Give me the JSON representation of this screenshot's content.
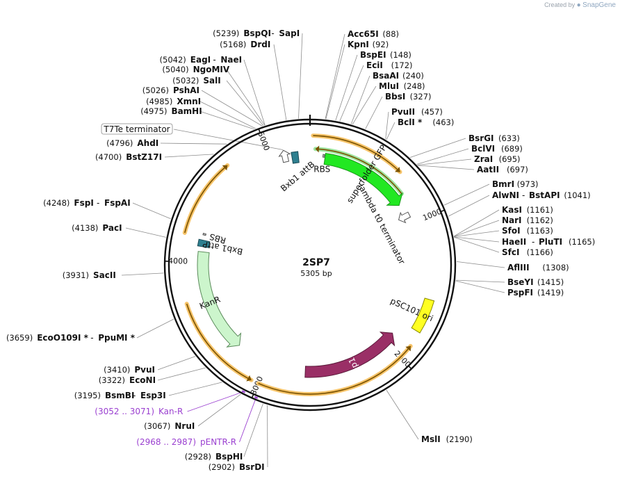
{
  "watermark": {
    "prefix": "Created by",
    "brand": "SnapGene"
  },
  "plasmid": {
    "name": "2SP7",
    "length_label": "5305 bp",
    "total_bp": 5305
  },
  "ticks": [
    {
      "bp": 0,
      "label": ""
    },
    {
      "bp": 1000,
      "label": "1000"
    },
    {
      "bp": 2000,
      "label": "2000"
    },
    {
      "bp": 3000,
      "label": "3000"
    },
    {
      "bp": 4000,
      "label": "4000"
    },
    {
      "bp": 5000,
      "label": "5000"
    }
  ],
  "enzymes_right": [
    {
      "num": "(88)",
      "name": "Acc65I",
      "name2": "",
      "bp": 88
    },
    {
      "num": "(92)",
      "name": "KpnI",
      "name2": "",
      "bp": 92
    },
    {
      "num": "(148)",
      "name": "BspEI",
      "name2": "",
      "bp": 148
    },
    {
      "num": "(172)",
      "name": "EciI",
      "name2": "",
      "bp": 172
    },
    {
      "num": "(240)",
      "name": "BsaAI",
      "name2": "",
      "bp": 240
    },
    {
      "num": "(248)",
      "name": "MluI",
      "name2": "",
      "bp": 248
    },
    {
      "num": "(327)",
      "name": "BbsI",
      "name2": "",
      "bp": 327
    },
    {
      "num": "(457)",
      "name": "PvuII",
      "name2": "",
      "bp": 457
    },
    {
      "num": "(463)",
      "name": "BclI *",
      "name2": "",
      "bp": 463
    },
    {
      "num": "(633)",
      "name": "BsrGI",
      "name2": "",
      "bp": 633
    },
    {
      "num": "(689)",
      "name": "BclVI",
      "name2": "",
      "bp": 689
    },
    {
      "num": "(695)",
      "name": "ZraI",
      "name2": "",
      "bp": 695
    },
    {
      "num": "(697)",
      "name": "AatII",
      "name2": "",
      "bp": 697
    },
    {
      "num": "(973)",
      "name": "BmrI",
      "name2": "",
      "bp": 973
    },
    {
      "num": "(1041)",
      "name": "AlwNI",
      "name2": "BstAPI",
      "bp": 1041
    },
    {
      "num": "(1161)",
      "name": "KasI",
      "name2": "",
      "bp": 1161
    },
    {
      "num": "(1162)",
      "name": "NarI",
      "name2": "",
      "bp": 1162
    },
    {
      "num": "(1163)",
      "name": "SfoI",
      "name2": "",
      "bp": 1163
    },
    {
      "num": "(1165)",
      "name": "HaeII",
      "name2": "PluTI",
      "bp": 1165
    },
    {
      "num": "(1166)",
      "name": "SfcI",
      "name2": "",
      "bp": 1166
    },
    {
      "num": "(1308)",
      "name": "AflIII",
      "name2": "",
      "bp": 1308
    },
    {
      "num": "(1415)",
      "name": "BseYI",
      "name2": "",
      "bp": 1415
    },
    {
      "num": "(1419)",
      "name": "PspFI",
      "name2": "",
      "bp": 1419
    },
    {
      "num": "(2190)",
      "name": "MslI",
      "name2": "",
      "bp": 2190
    }
  ],
  "enzymes_left": [
    {
      "num": "(5239)",
      "name": "BspQI",
      "name2": "SapI",
      "bp": 5239
    },
    {
      "num": "(5168)",
      "name": "DrdI",
      "name2": "",
      "bp": 5168
    },
    {
      "num": "(5042)",
      "name": "EagI",
      "name2": "NaeI",
      "bp": 5042
    },
    {
      "num": "(5040)",
      "name": "NgoMIV",
      "name2": "",
      "bp": 5040
    },
    {
      "num": "(5032)",
      "name": "SalI",
      "name2": "",
      "bp": 5032
    },
    {
      "num": "(5026)",
      "name": "PshAI",
      "name2": "",
      "bp": 5026
    },
    {
      "num": "(4985)",
      "name": "XmnI",
      "name2": "",
      "bp": 4985
    },
    {
      "num": "(4975)",
      "name": "BamHI",
      "name2": "",
      "bp": 4975
    },
    {
      "num": "(4796)",
      "name": "AhdI",
      "name2": "",
      "bp": 4796
    },
    {
      "num": "(4700)",
      "name": "BstZ17I",
      "name2": "",
      "bp": 4700
    },
    {
      "num": "(4248)",
      "name": "FspI",
      "name2": "FspAI",
      "bp": 4248
    },
    {
      "num": "(4138)",
      "name": "PacI",
      "name2": "",
      "bp": 4138
    },
    {
      "num": "(3931)",
      "name": "SacII",
      "name2": "",
      "bp": 3931
    },
    {
      "num": "(3659)",
      "name": "EcoO109I *",
      "name2": "PpuMI *",
      "bp": 3659
    },
    {
      "num": "(3410)",
      "name": "PvuI",
      "name2": "",
      "bp": 3410
    },
    {
      "num": "(3322)",
      "name": "EcoNI",
      "name2": "",
      "bp": 3322
    },
    {
      "num": "(3195)",
      "name": "BsmBI",
      "name2": "Esp3I",
      "bp": 3195
    },
    {
      "num": "(3067)",
      "name": "NruI",
      "name2": "",
      "bp": 3067
    },
    {
      "num": "(2928)",
      "name": "BspHI",
      "name2": "",
      "bp": 2928
    },
    {
      "num": "(2902)",
      "name": "BsrDI",
      "name2": "",
      "bp": 2902
    }
  ],
  "terminator_box": {
    "label": "T7Te terminator",
    "bp": 5110
  },
  "primers": [
    {
      "range": "(3052 .. 3071)",
      "name": "Kan-R",
      "bp": 3060
    },
    {
      "range": "(2968 .. 2987)",
      "name": "pENTR-R",
      "bp": 2978
    }
  ],
  "features": [
    {
      "id": "superfolder-gfp",
      "label": "superfolder GFP",
      "start": 117,
      "end": 830,
      "color": "#22e822",
      "stroke": "#1a9a1a",
      "dir": 1,
      "kind": "cds"
    },
    {
      "id": "rep101",
      "label": "Rep101",
      "start": 1910,
      "end": 2690,
      "color": "#9a2f66",
      "stroke": "#5a1a3a",
      "dir": -1,
      "kind": "cds"
    },
    {
      "id": "kanr",
      "label": "KanR",
      "start": 3260,
      "end": 4080,
      "color": "#ccf5cc",
      "stroke": "#5a8a5a",
      "dir": -1,
      "kind": "cds"
    },
    {
      "id": "psc101-ori",
      "label": "pSC101 ori",
      "start": 1565,
      "end": 1795,
      "color": "#ffff22",
      "stroke": "#888800",
      "dir": 0,
      "kind": "ori"
    },
    {
      "id": "rbs-top",
      "label": "RBS",
      "start": 100,
      "end": 112,
      "color": "#bbbbbb",
      "stroke": "#555555",
      "dir": 0,
      "kind": "small"
    },
    {
      "id": "rbs-left",
      "label": "RBS",
      "start": 4210,
      "end": 4222,
      "color": "#bbbbbb",
      "stroke": "#555555",
      "dir": 0,
      "kind": "small"
    },
    {
      "id": "bxb1-attb",
      "label": "Bxb1 attB",
      "start": 5165,
      "end": 5215,
      "color": "#2e7f8f",
      "stroke": "#1a4a55",
      "dir": 0,
      "kind": "site"
    },
    {
      "id": "bxb1-attp",
      "label": "Bxb1 attP",
      "start": 4120,
      "end": 4170,
      "color": "#2e7f8f",
      "stroke": "#1a4a55",
      "dir": 0,
      "kind": "site"
    },
    {
      "id": "lambda-t0-terminator",
      "label": "lambda t0 terminator",
      "start": 900,
      "end": 960,
      "color": "#ffffff",
      "stroke": "#555555",
      "dir": 1,
      "kind": "term"
    },
    {
      "id": "t7te-terminator",
      "label": "",
      "start": 5100,
      "end": 5125,
      "color": "#ffffff",
      "stroke": "#555555",
      "dir": -1,
      "kind": "term"
    }
  ],
  "orange_arcs": [
    {
      "start": 20,
      "end": 650,
      "dir": 1
    },
    {
      "start": 1900,
      "end": 3000,
      "dir": -1
    },
    {
      "start": 3050,
      "end": 3720,
      "dir": -1
    },
    {
      "start": 4190,
      "end": 4720,
      "dir": 1
    }
  ],
  "green_arcs": [
    {
      "start": 40,
      "end": 770,
      "dir": -1
    }
  ]
}
